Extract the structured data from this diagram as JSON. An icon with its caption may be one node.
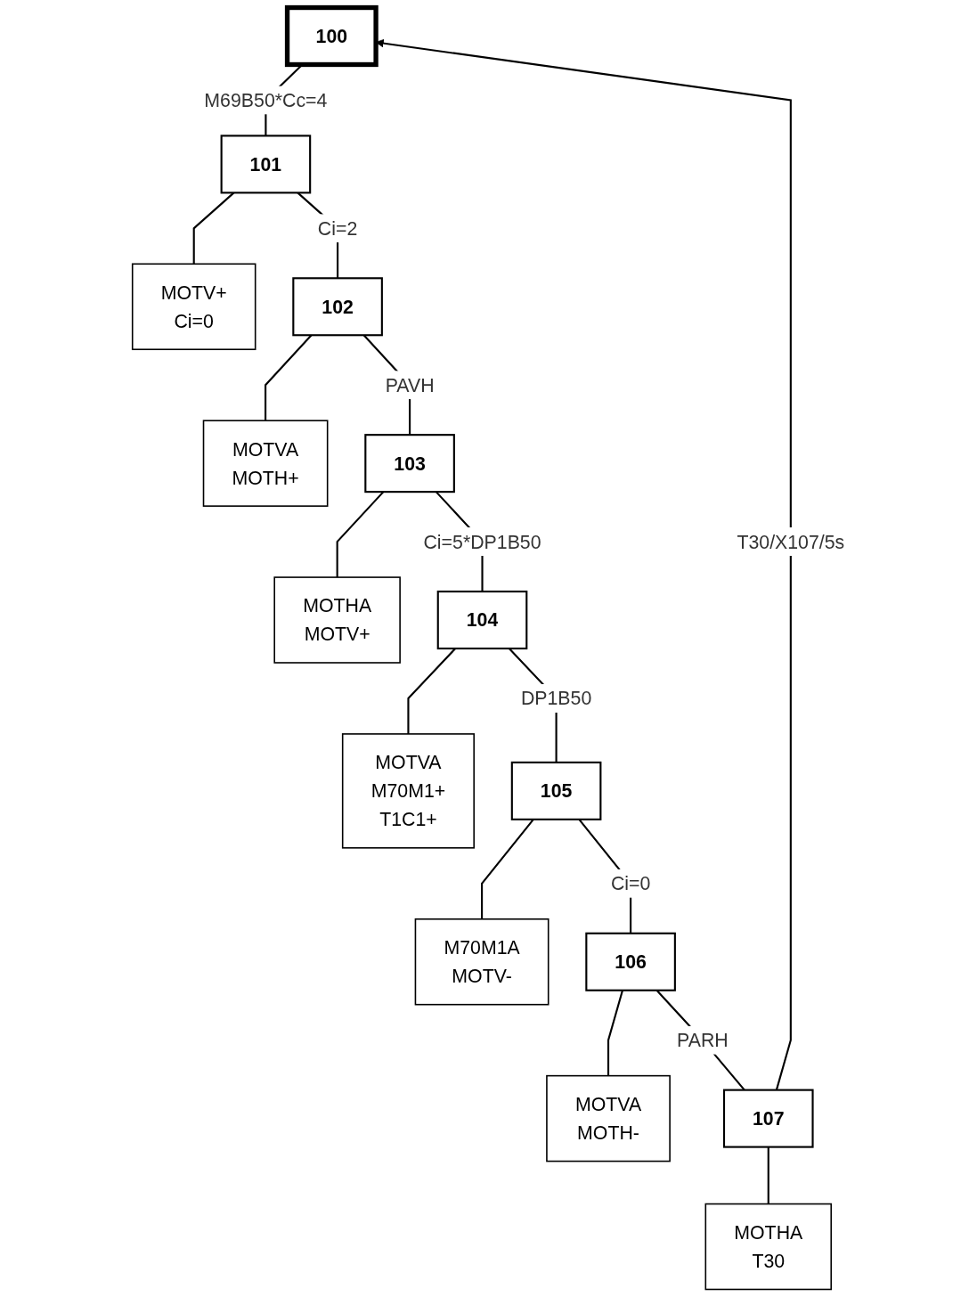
{
  "diagram": {
    "nodes": [
      {
        "text": [
          "100"
        ]
      },
      {
        "text": [
          "101"
        ]
      },
      {
        "text": [
          "MOTV+",
          "Ci=0"
        ]
      },
      {
        "text": [
          "102"
        ]
      },
      {
        "text": [
          "MOTVA",
          "MOTH+"
        ]
      },
      {
        "text": [
          "103"
        ]
      },
      {
        "text": [
          "MOTHA",
          "MOTV+"
        ]
      },
      {
        "text": [
          "104"
        ]
      },
      {
        "text": [
          "MOTVA",
          "M70M1+",
          "T1C1+"
        ]
      },
      {
        "text": [
          "105"
        ]
      },
      {
        "text": [
          "M70M1A",
          "MOTV-"
        ]
      },
      {
        "text": [
          "106"
        ]
      },
      {
        "text": [
          "MOTVA",
          "MOTH-"
        ]
      },
      {
        "text": [
          "107"
        ]
      },
      {
        "text": [
          "MOTHA",
          "T30"
        ]
      }
    ],
    "edges": [
      {
        "from": 0,
        "to": 1,
        "arrow": "none",
        "label": "M69B50*Cc=4"
      },
      {
        "from": 1,
        "to": 2,
        "arrow": "none"
      },
      {
        "from": 1,
        "to": 3,
        "arrow": "none",
        "label": "Ci=2"
      },
      {
        "from": 3,
        "to": 4,
        "arrow": "none"
      },
      {
        "from": 3,
        "to": 5,
        "arrow": "none",
        "label": "PAVH"
      },
      {
        "from": 5,
        "to": 6,
        "arrow": "none"
      },
      {
        "from": 5,
        "to": 7,
        "arrow": "none",
        "label": "Ci=5*DP1B50"
      },
      {
        "from": 7,
        "to": 8,
        "arrow": "none"
      },
      {
        "from": 7,
        "to": 9,
        "arrow": "none",
        "label": "DP1B50"
      },
      {
        "from": 9,
        "to": 10,
        "arrow": "none"
      },
      {
        "from": 9,
        "to": 11,
        "arrow": "none",
        "label": "Ci=0"
      },
      {
        "from": 11,
        "to": 12,
        "arrow": "none"
      },
      {
        "from": 11,
        "to": 13,
        "arrow": "none",
        "label": "PARH"
      },
      {
        "from": 13,
        "to": 14,
        "arrow": "none"
      },
      {
        "from": 13,
        "to": 0,
        "arrow": "to",
        "label": "T30/X107/5s"
      }
    ]
  }
}
